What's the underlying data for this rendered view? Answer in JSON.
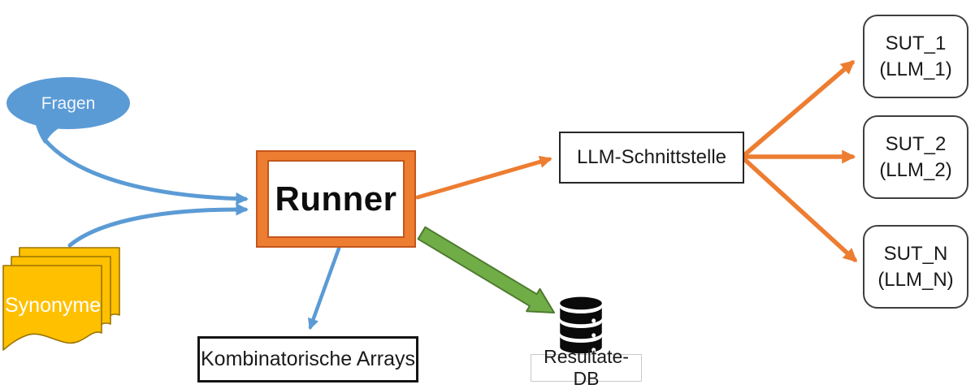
{
  "diagram": {
    "nodes": {
      "fragen": {
        "label": "Fragen",
        "shape": "speech-bubble",
        "fill": "#5B9BD5"
      },
      "synonyme": {
        "label": "Synonyme",
        "shape": "document-stack",
        "fill": "#FFC000",
        "stroke": "#997300"
      },
      "runner": {
        "label": "Runner",
        "border_color": "#ED7D31"
      },
      "kombinatorische_arrays": {
        "label": "Kombinatorische Arrays"
      },
      "llm_schnittstelle": {
        "label": "LLM-Schnittstelle"
      },
      "resultate_db": {
        "label": "Resultate-DB",
        "icon": "database-icon",
        "icon_color": "#0a0a0a"
      },
      "sut_1": {
        "line1": "SUT_1",
        "line2": "(LLM_1)"
      },
      "sut_2": {
        "line1": "SUT_2",
        "line2": "(LLM_2)"
      },
      "sut_n": {
        "line1": "SUT_N",
        "line2": "(LLM_N)"
      }
    },
    "edges": [
      {
        "from": "fragen",
        "to": "runner",
        "color": "#5B9BD5",
        "style": "curved"
      },
      {
        "from": "synonyme",
        "to": "runner",
        "color": "#5B9BD5",
        "style": "curved"
      },
      {
        "from": "runner",
        "to": "kombinatorische_arrays",
        "color": "#5B9BD5",
        "style": "straight"
      },
      {
        "from": "runner",
        "to": "llm_schnittstelle",
        "color": "#ED7D31",
        "style": "straight"
      },
      {
        "from": "llm_schnittstelle",
        "to": "sut_1",
        "color": "#ED7D31",
        "style": "straight"
      },
      {
        "from": "llm_schnittstelle",
        "to": "sut_2",
        "color": "#ED7D31",
        "style": "straight"
      },
      {
        "from": "llm_schnittstelle",
        "to": "sut_n",
        "color": "#ED7D31",
        "style": "straight"
      },
      {
        "from": "runner",
        "to": "resultate_db",
        "color": "#70AD47",
        "stroke": "#4E7A2E",
        "style": "block-arrow"
      }
    ]
  }
}
